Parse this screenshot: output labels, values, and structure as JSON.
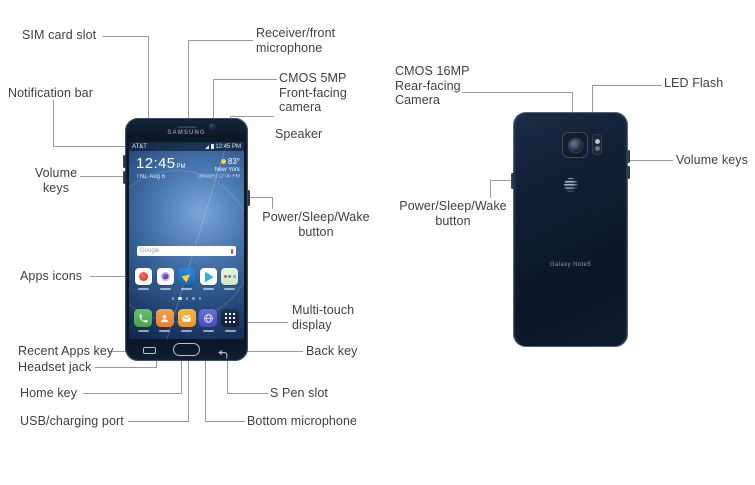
{
  "annotations": {
    "sim_card_slot": {
      "text": "SIM card slot"
    },
    "receiver_front_microphone": {
      "text": "Receiver/front\nmicrophone"
    },
    "front_camera": {
      "text": "CMOS 5MP\nFront-facing\ncamera"
    },
    "notification_bar": {
      "text": "Notification bar"
    },
    "speaker": {
      "text": "Speaker"
    },
    "volume_keys_front": {
      "text": "Volume\nkeys"
    },
    "power_button_front": {
      "text": "Power/Sleep/Wake\nbutton"
    },
    "apps_icons": {
      "text": "Apps icons"
    },
    "multi_touch_display": {
      "text": "Multi-touch\ndisplay"
    },
    "recent_apps_key": {
      "text": "Recent Apps key"
    },
    "back_key": {
      "text": "Back key"
    },
    "headset_jack": {
      "text": "Headset jack"
    },
    "home_key": {
      "text": "Home key"
    },
    "s_pen_slot": {
      "text": "S Pen slot"
    },
    "usb_charging_port": {
      "text": "USB/charging port"
    },
    "bottom_microphone": {
      "text": "Bottom microphone"
    },
    "rear_camera": {
      "text": "CMOS 16MP\nRear-facing\nCamera"
    },
    "led_flash": {
      "text": "LED Flash"
    },
    "volume_keys_back": {
      "text": "Volume keys"
    },
    "power_button_back": {
      "text": "Power/Sleep/Wake\nbutton"
    }
  },
  "front_phone": {
    "brand": "SAMSUNG",
    "status_bar": {
      "carrier": "AT&T",
      "time": "12:45 PM"
    },
    "clock_widget": {
      "time": "12:45",
      "meridiem": "PM",
      "date": "Thu, Aug 6"
    },
    "weather_widget": {
      "temperature": "83°",
      "city": "New York",
      "updated": "Updated 12:45 PM"
    },
    "search_widget": {
      "provider": "Google"
    },
    "app_row_icons": [
      "red-app-icon",
      "camera-app-icon",
      "flipboard-app-icon",
      "play-store-icon",
      "health-app-icon"
    ],
    "dock_icons": [
      "phone-icon",
      "contacts-icon",
      "email-icon",
      "internet-icon",
      "apps-grid-icon"
    ],
    "nav_keys": [
      "recent-apps-key",
      "home-key",
      "back-key"
    ]
  },
  "back_phone": {
    "brand": "Galaxy Note5",
    "carrier_logo": "att-globe-logo"
  },
  "colors": {
    "label_text": "#3f3f41",
    "leader_line": "#9b9b9b",
    "phone_body": "#0d1b2e",
    "screen_blue": "#3f6fa8",
    "dock_phone_green": "#5cb85c",
    "dock_contacts_orange": "#f0923e",
    "dock_email_amber": "#f5a623",
    "dock_internet_indigo": "#5b5fc7",
    "dock_apps_navy": "#16233a",
    "weather_sun_yellow": "#ffd226"
  }
}
